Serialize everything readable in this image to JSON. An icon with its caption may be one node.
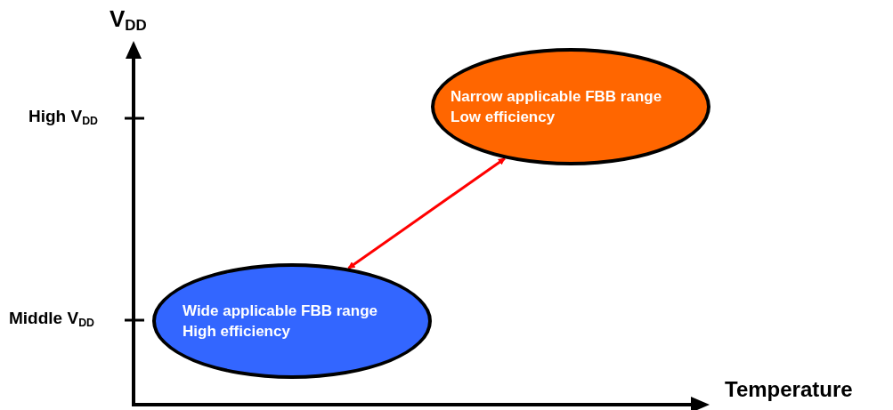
{
  "diagram": {
    "nodes": [
      {
        "text": [
          "Narrow applicable FBB range",
          "Low efficiency"
        ]
      },
      {
        "text": [
          "Wide applicable FBB range",
          "High efficiency"
        ]
      }
    ],
    "edges": [
      {
        "from": 1,
        "to": 0,
        "arrow": "both",
        "color": "#ff0000"
      }
    ],
    "labels": [
      "V$_{DD}$",
      "High V$_{DD}$",
      "Middle V$_{DD}$",
      "Temperature"
    ]
  }
}
